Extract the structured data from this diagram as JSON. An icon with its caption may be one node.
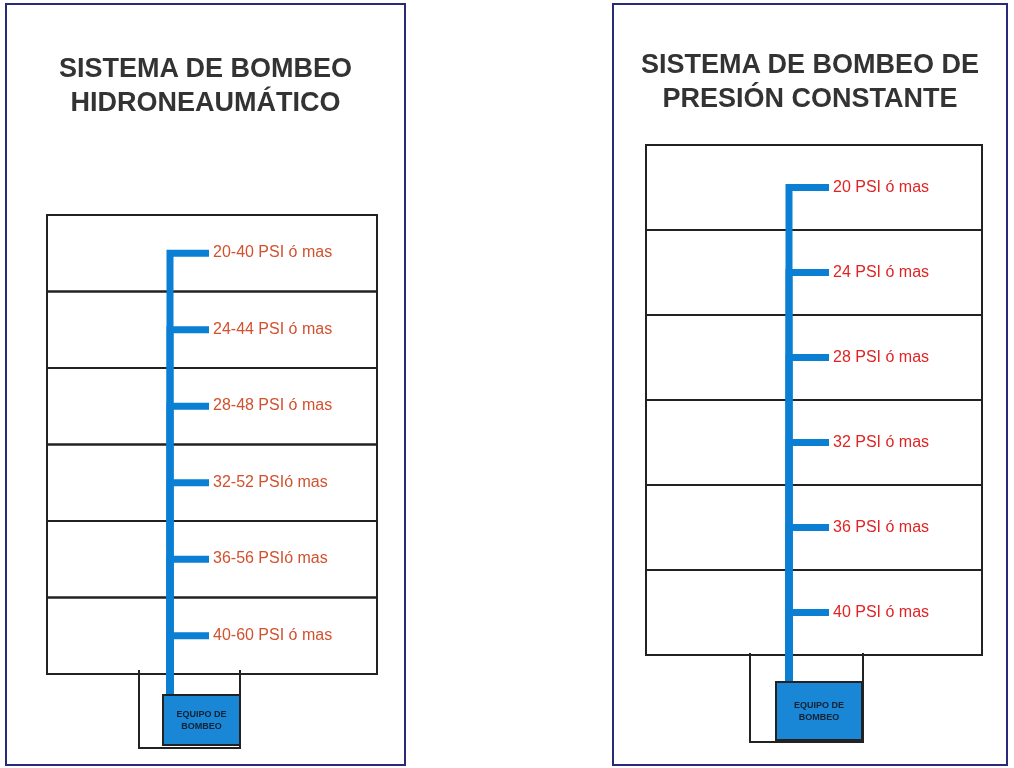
{
  "diagram": {
    "nodes": [
      {
        "text": [
          "SISTEMA DE BOMBEO HIDRONEAUMÁTICO"
        ]
      },
      {
        "text": [
          "20-40 PSI ó mas"
        ],
        "in": 0
      },
      {
        "text": [
          "24-44 PSI ó mas"
        ],
        "in": 0
      },
      {
        "text": [
          "28-48 PSI ó mas"
        ],
        "in": 0
      },
      {
        "text": [
          "32-52 PSIó mas"
        ],
        "in": 0
      },
      {
        "text": [
          "36-56 PSIó mas"
        ],
        "in": 0
      },
      {
        "text": [
          "40-60 PSI ó mas"
        ],
        "in": 0
      },
      {
        "text": [
          "EQUIPO DE BOMBEO"
        ],
        "in": 0
      },
      {
        "text": [
          "SISTEMA DE BOMBEO DE PRESIÓN CONSTANTE"
        ]
      },
      {
        "text": [
          "20 PSI ó mas"
        ],
        "in": 8
      },
      {
        "text": [
          "24 PSI ó mas"
        ],
        "in": 8
      },
      {
        "text": [
          "28 PSI ó mas"
        ],
        "in": 8
      },
      {
        "text": [
          "32 PSI ó mas"
        ],
        "in": 8
      },
      {
        "text": [
          "36 PSI ó mas"
        ],
        "in": 8
      },
      {
        "text": [
          "40 PSI ó mas"
        ],
        "in": 8
      },
      {
        "text": [
          "EQUIPO DE BOMBEO"
        ],
        "in": 8
      }
    ],
    "edges": [
      {
        "from": 7,
        "to": 1,
        "arrow": "none"
      },
      {
        "from": 7,
        "to": 2,
        "arrow": "none"
      },
      {
        "from": 7,
        "to": 3,
        "arrow": "none"
      },
      {
        "from": 7,
        "to": 4,
        "arrow": "none"
      },
      {
        "from": 7,
        "to": 5,
        "arrow": "none"
      },
      {
        "from": 7,
        "to": 6,
        "arrow": "none"
      },
      {
        "from": 15,
        "to": 9,
        "arrow": "none"
      },
      {
        "from": 15,
        "to": 10,
        "arrow": "none"
      },
      {
        "from": 15,
        "to": 11,
        "arrow": "none"
      },
      {
        "from": 15,
        "to": 12,
        "arrow": "none"
      },
      {
        "from": 15,
        "to": 13,
        "arrow": "none"
      },
      {
        "from": 15,
        "to": 14,
        "arrow": "none"
      }
    ]
  }
}
